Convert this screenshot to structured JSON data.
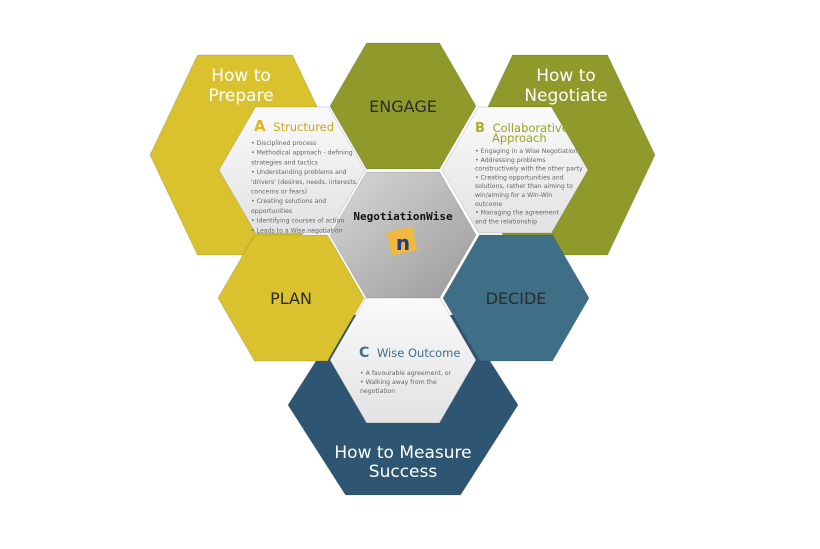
{
  "colors": {
    "yellow": "#d9c22e",
    "olive": "#8f9a2a",
    "teal": "#3f6f86",
    "navy": "#2e5672",
    "white": "#f2f2f2",
    "center": "#b9b9b9"
  },
  "outer": {
    "prepare": [
      "How to",
      "Prepare"
    ],
    "negotiate": [
      "How to",
      "Negotiate"
    ],
    "measure": [
      "How to Measure",
      "Success"
    ]
  },
  "stages": {
    "engage": "ENGAGE",
    "plan": "PLAN",
    "decide": "DECIDE"
  },
  "center": {
    "brand": "NegotiationWise",
    "logo_letter": "n"
  },
  "structured": {
    "letter": "A",
    "title": "Structured",
    "lines": [
      "• Disciplined process",
      "• Methodical approach - defining",
      "  strategies and tactics",
      "• Understanding problems and",
      "  'drivers' (desires, needs, interests,",
      "  concerns or fears)",
      "• Creating solutions and",
      "  opportunities",
      "• Identifying courses of action",
      "• Leads to a Wise negotiation"
    ]
  },
  "collaborative": {
    "letter": "B",
    "title": [
      "Collaborative",
      "Approach"
    ],
    "lines": [
      "• Engaging in a Wise Negotiation",
      "• Addressing problems",
      "  constructively with the other party",
      "• Creating opportunities and",
      "  solutions, rather than aiming to",
      "  win/aiming for a Win-Win",
      "  outcome",
      "• Managing the agreement",
      "  and the relationship"
    ]
  },
  "outcome": {
    "letter": "C",
    "title": "Wise Outcome",
    "lines": [
      "• A favourable agreement, or",
      "• Walking away from the",
      "  negotiation"
    ]
  }
}
